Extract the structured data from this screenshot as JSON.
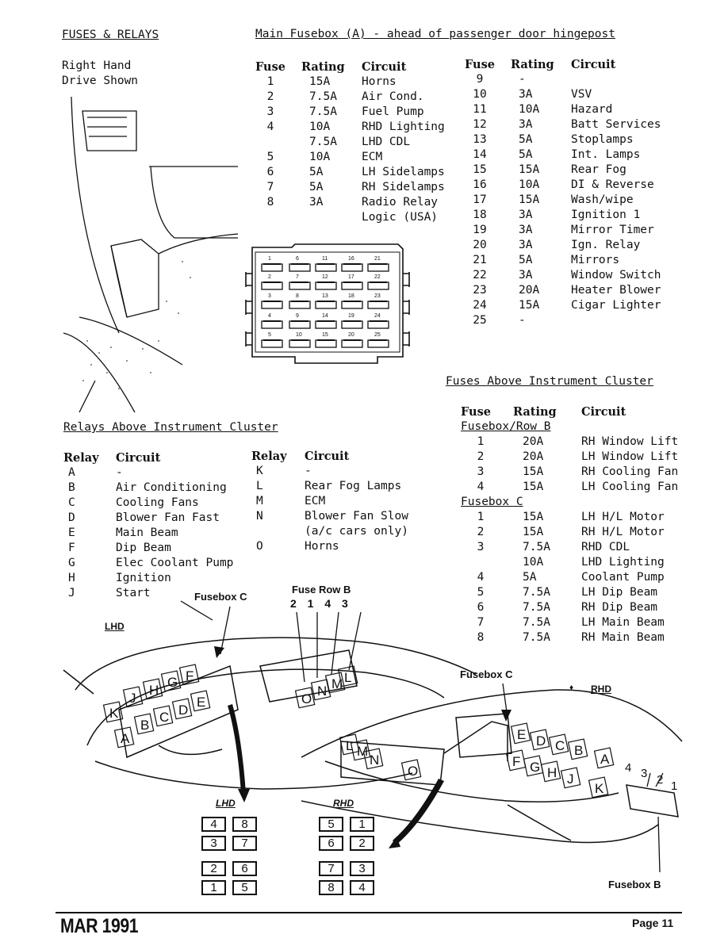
{
  "page": {
    "section_title": "FUSES & RELAYS",
    "orientation_note": [
      "Right Hand",
      "Drive Shown"
    ],
    "footer_date": "MAR 1991",
    "footer_page": "Page 11"
  },
  "main_fusebox": {
    "title": "Main Fusebox (A) - ahead of passenger door hingepost",
    "headers": [
      "Fuse",
      "Rating",
      "Circuit"
    ],
    "left": [
      [
        "1",
        "15A",
        "Horns"
      ],
      [
        "2",
        "7.5A",
        "Air Cond."
      ],
      [
        "3",
        "7.5A",
        "Fuel Pump"
      ],
      [
        "4",
        "10A",
        "RHD Lighting"
      ],
      [
        "",
        "7.5A",
        "LHD CDL"
      ],
      [
        "5",
        "10A",
        "ECM"
      ],
      [
        "6",
        "5A",
        "LH Sidelamps"
      ],
      [
        "7",
        "5A",
        "RH Sidelamps"
      ],
      [
        "8",
        "3A",
        "Radio Relay"
      ],
      [
        "",
        "",
        "Logic (USA)"
      ]
    ],
    "right": [
      [
        "9",
        "-",
        ""
      ],
      [
        "10",
        "3A",
        "VSV"
      ],
      [
        "11",
        "10A",
        "Hazard"
      ],
      [
        "12",
        "3A",
        "Batt Services"
      ],
      [
        "13",
        "5A",
        "Stoplamps"
      ],
      [
        "14",
        "5A",
        "Int. Lamps"
      ],
      [
        "15",
        "15A",
        "Rear Fog"
      ],
      [
        "16",
        "10A",
        "DI & Reverse"
      ],
      [
        "17",
        "15A",
        "Wash/wipe"
      ],
      [
        "18",
        "3A",
        "Ignition 1"
      ],
      [
        "19",
        "3A",
        "Mirror Timer"
      ],
      [
        "20",
        "3A",
        "Ign. Relay"
      ],
      [
        "21",
        "5A",
        "Mirrors"
      ],
      [
        "22",
        "3A",
        "Window Switch"
      ],
      [
        "23",
        "20A",
        "Heater Blower"
      ],
      [
        "24",
        "15A",
        "Cigar Lighter"
      ],
      [
        "25",
        "-",
        ""
      ]
    ],
    "diagram_numbers": [
      [
        "1",
        "6",
        "11",
        "16",
        "21"
      ],
      [
        "2",
        "7",
        "12",
        "17",
        "22"
      ],
      [
        "3",
        "8",
        "13",
        "18",
        "23"
      ],
      [
        "4",
        "9",
        "14",
        "19",
        "24"
      ],
      [
        "5",
        "10",
        "15",
        "20",
        "25"
      ]
    ]
  },
  "relays": {
    "title": "Relays Above Instrument Cluster",
    "headers": [
      "Relay",
      "Circuit"
    ],
    "left": [
      [
        "A",
        "-"
      ],
      [
        "B",
        "Air Conditioning"
      ],
      [
        "C",
        "Cooling Fans"
      ],
      [
        "D",
        "Blower Fan Fast"
      ],
      [
        "E",
        "Main Beam"
      ],
      [
        "F",
        "Dip Beam"
      ],
      [
        "G",
        "Elec Coolant Pump"
      ],
      [
        "H",
        "Ignition"
      ],
      [
        "J",
        "Start"
      ]
    ],
    "right": [
      [
        "K",
        "-"
      ],
      [
        "L",
        "Rear Fog Lamps"
      ],
      [
        "M",
        "ECM"
      ],
      [
        "N",
        "Blower Fan Slow"
      ],
      [
        "",
        "(a/c cars only)"
      ],
      [
        "O",
        "Horns"
      ]
    ]
  },
  "cluster_fuses": {
    "title": "Fuses Above Instrument Cluster",
    "headers": [
      "Fuse",
      "Rating",
      "Circuit"
    ],
    "group_b": "Fusebox/Row B",
    "row_b": [
      [
        "1",
        "20A",
        "RH Window Lift"
      ],
      [
        "2",
        "20A",
        "LH Window Lift"
      ],
      [
        "3",
        "15A",
        "RH Cooling Fan"
      ],
      [
        "4",
        "15A",
        "LH Cooling Fan"
      ]
    ],
    "group_c": "Fusebox C",
    "box_c": [
      [
        "1",
        "15A",
        "LH H/L Motor"
      ],
      [
        "2",
        "15A",
        "RH H/L Motor"
      ],
      [
        "3",
        "7.5A",
        "RHD CDL"
      ],
      [
        "",
        "10A",
        "LHD Lighting"
      ],
      [
        "4",
        "5A",
        "Coolant Pump"
      ],
      [
        "5",
        "7.5A",
        "LH Dip Beam"
      ],
      [
        "6",
        "7.5A",
        "RH Dip Beam"
      ],
      [
        "7",
        "7.5A",
        "LH Main Beam"
      ],
      [
        "8",
        "7.5A",
        "RH Main Beam"
      ]
    ]
  },
  "illustration": {
    "label_fusebox_c_left": "Fusebox C",
    "label_fuse_row_b": "Fuse Row B",
    "fuse_row_b_order": "2 1 4 3",
    "label_lhd": "LHD",
    "label_rhd": "RHD",
    "label_fusebox_c_right": "Fusebox C",
    "label_fusebox_b": "Fusebox B",
    "lhd_relays_top": [
      "K",
      "J",
      "H",
      "G",
      "F"
    ],
    "lhd_relays_bottom": [
      "A",
      "B",
      "C",
      "D",
      "E"
    ],
    "lhd_relays_middle": [
      "O",
      "N",
      "M",
      "L"
    ],
    "rhd_relays_top": [
      "E",
      "D",
      "C",
      "B",
      "A"
    ],
    "rhd_relays_bottom": [
      "F",
      "G",
      "H",
      "J",
      "K"
    ],
    "rhd_relays_left": [
      "L",
      "M",
      "N",
      "O"
    ],
    "rhd_fuse_nums": [
      "4",
      "3",
      "2",
      "1"
    ],
    "lhd_grid": [
      [
        "4",
        "8"
      ],
      [
        "3",
        "7"
      ],
      [
        "2",
        "6"
      ],
      [
        "1",
        "5"
      ]
    ],
    "rhd_grid": [
      [
        "5",
        "1"
      ],
      [
        "6",
        "2"
      ],
      [
        "7",
        "3"
      ],
      [
        "8",
        "4"
      ]
    ]
  }
}
